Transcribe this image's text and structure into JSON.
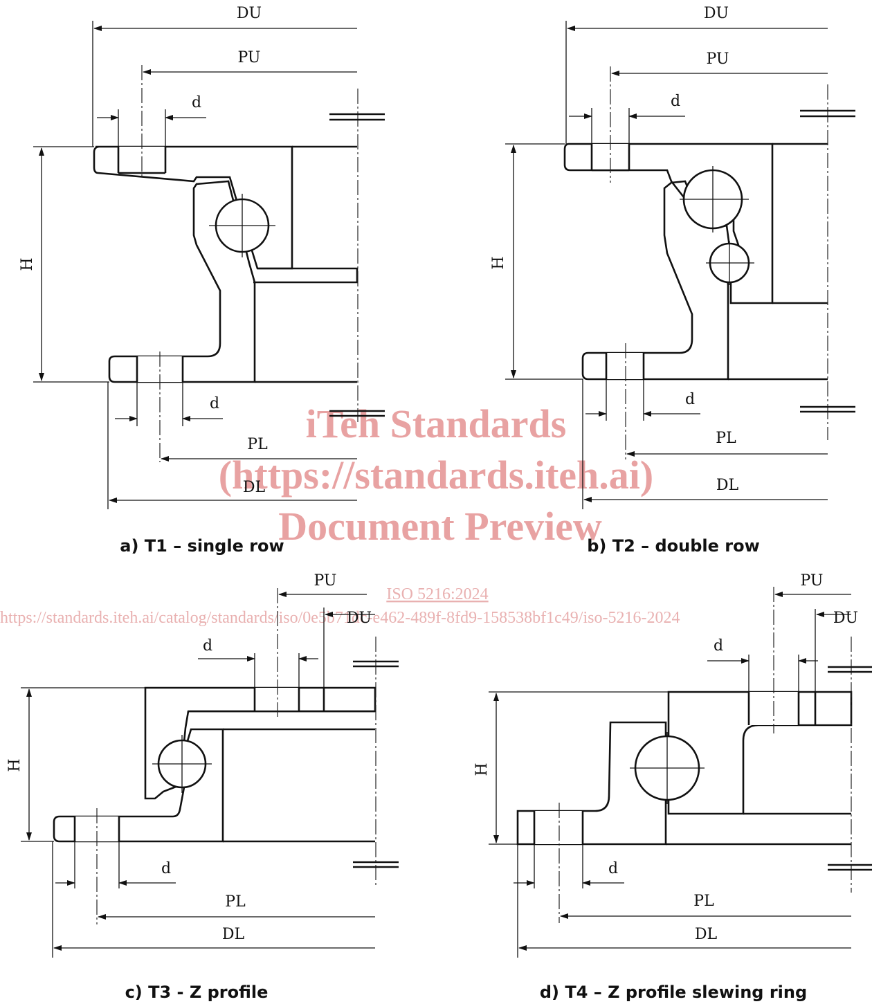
{
  "labels": {
    "du": "DU",
    "pu": "PU",
    "d": "d",
    "h": "H",
    "pl": "PL",
    "dl": "DL"
  },
  "captions": {
    "a": "a) T1 – single row",
    "b": "b) T2 – double row",
    "c": "c) T3 - Z profile",
    "d": "d) T4 – Z profile slewing ring"
  },
  "watermark": {
    "line1": "iTeh Standards",
    "line2": "(https://standards.iteh.ai)",
    "line3": "Document Preview",
    "standard": "ISO 5216:2024",
    "url": "https://standards.iteh.ai/catalog/standards/iso/0e5b71dc-e462-489f-8fd9-158538bf1c49/iso-5216-2024"
  },
  "colors": {
    "line": "#111111",
    "watermark": "#e8a2a2"
  }
}
